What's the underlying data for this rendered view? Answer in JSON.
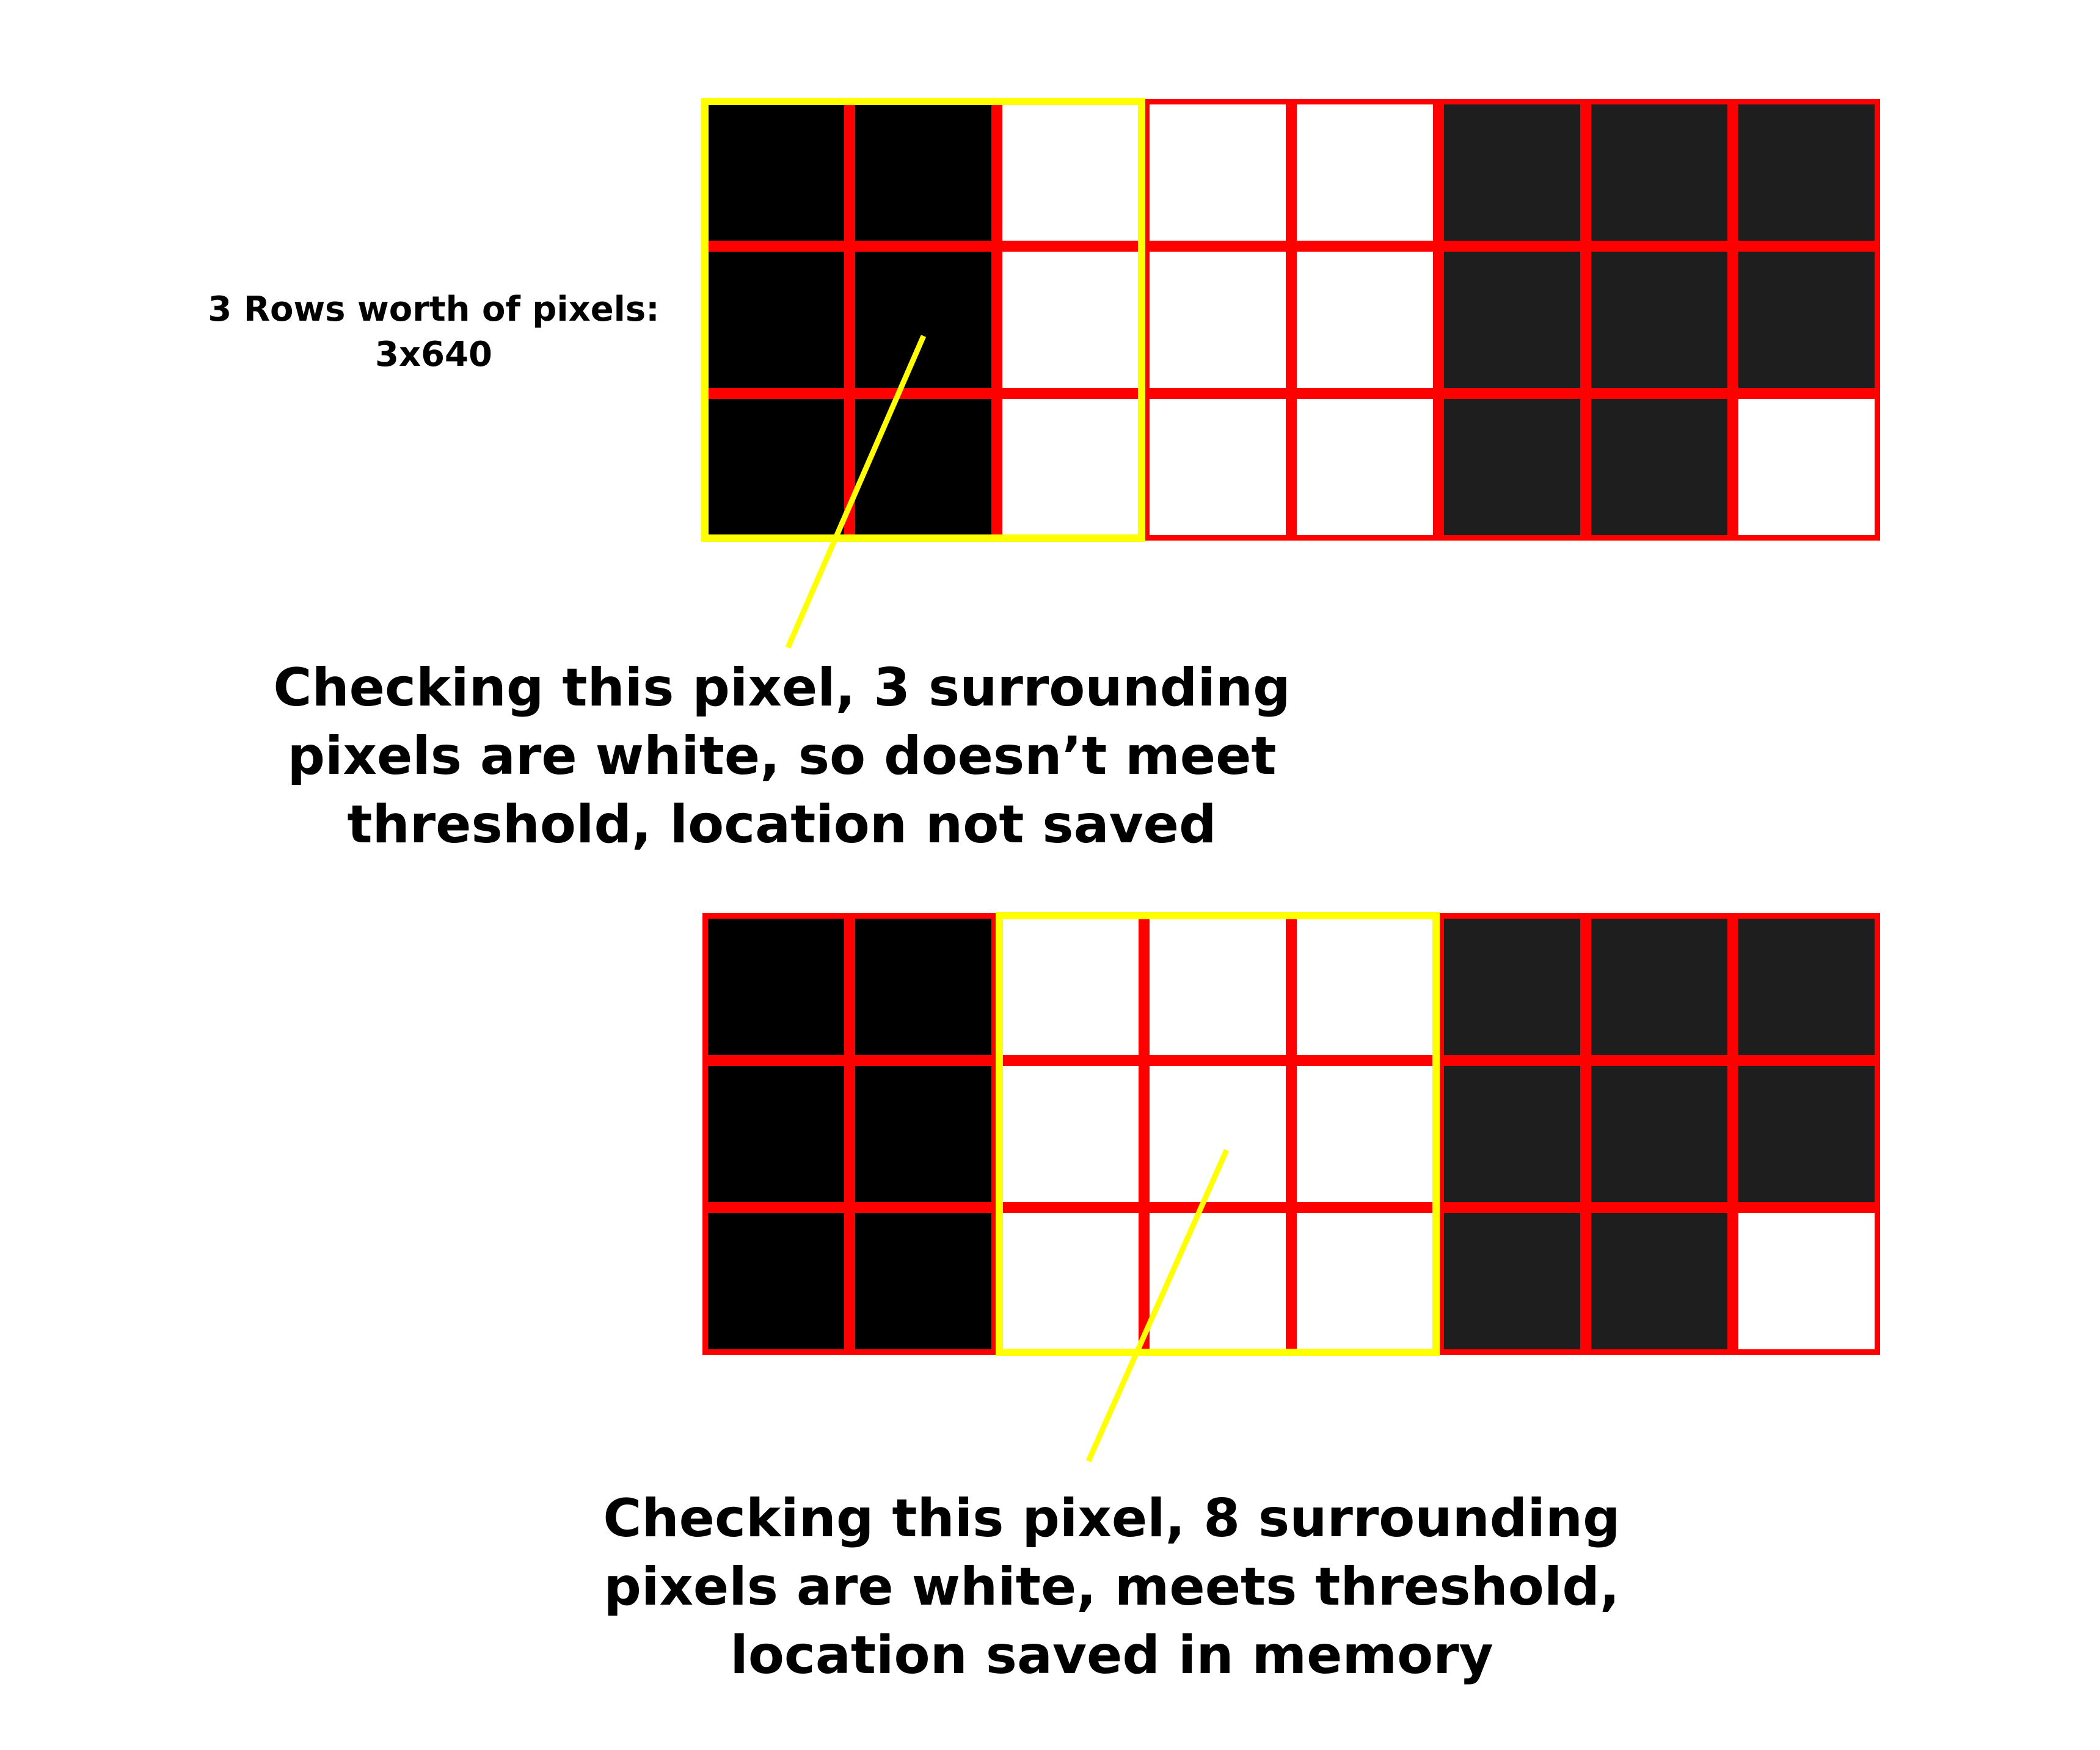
{
  "labels": {
    "rows_label_line1": "3 Rows worth of pixels:",
    "rows_label_line2": "3x640"
  },
  "captions": {
    "top": [
      "Checking this pixel, 3 surrounding",
      "pixels are white, so doesn’t meet",
      "threshold, location not saved"
    ],
    "bottom": [
      "Checking this pixel, 8 surrounding",
      "pixels are white, meets threshold,",
      "location saved in memory"
    ]
  },
  "grid": {
    "rows": 3,
    "cols": 8,
    "cells": [
      [
        "black",
        "black",
        "white",
        "white",
        "white",
        "dark",
        "dark",
        "dark"
      ],
      [
        "black",
        "black",
        "white",
        "white",
        "white",
        "dark",
        "dark",
        "dark"
      ],
      [
        "black",
        "black",
        "white",
        "white",
        "white",
        "dark",
        "dark",
        "white"
      ]
    ]
  },
  "panels": [
    {
      "id": "top",
      "highlight_col_start": 0,
      "checked_pixel": {
        "row": 1,
        "col": 1
      }
    },
    {
      "id": "bottom",
      "highlight_col_start": 2,
      "checked_pixel": {
        "row": 1,
        "col": 3
      }
    }
  ],
  "colors": {
    "grid_line": "#ff0000",
    "highlight": "#ffff00",
    "black": "#000000",
    "dark": "#1e1e1e",
    "white": "#ffffff",
    "background": "#ffffff",
    "text": "#000000"
  }
}
